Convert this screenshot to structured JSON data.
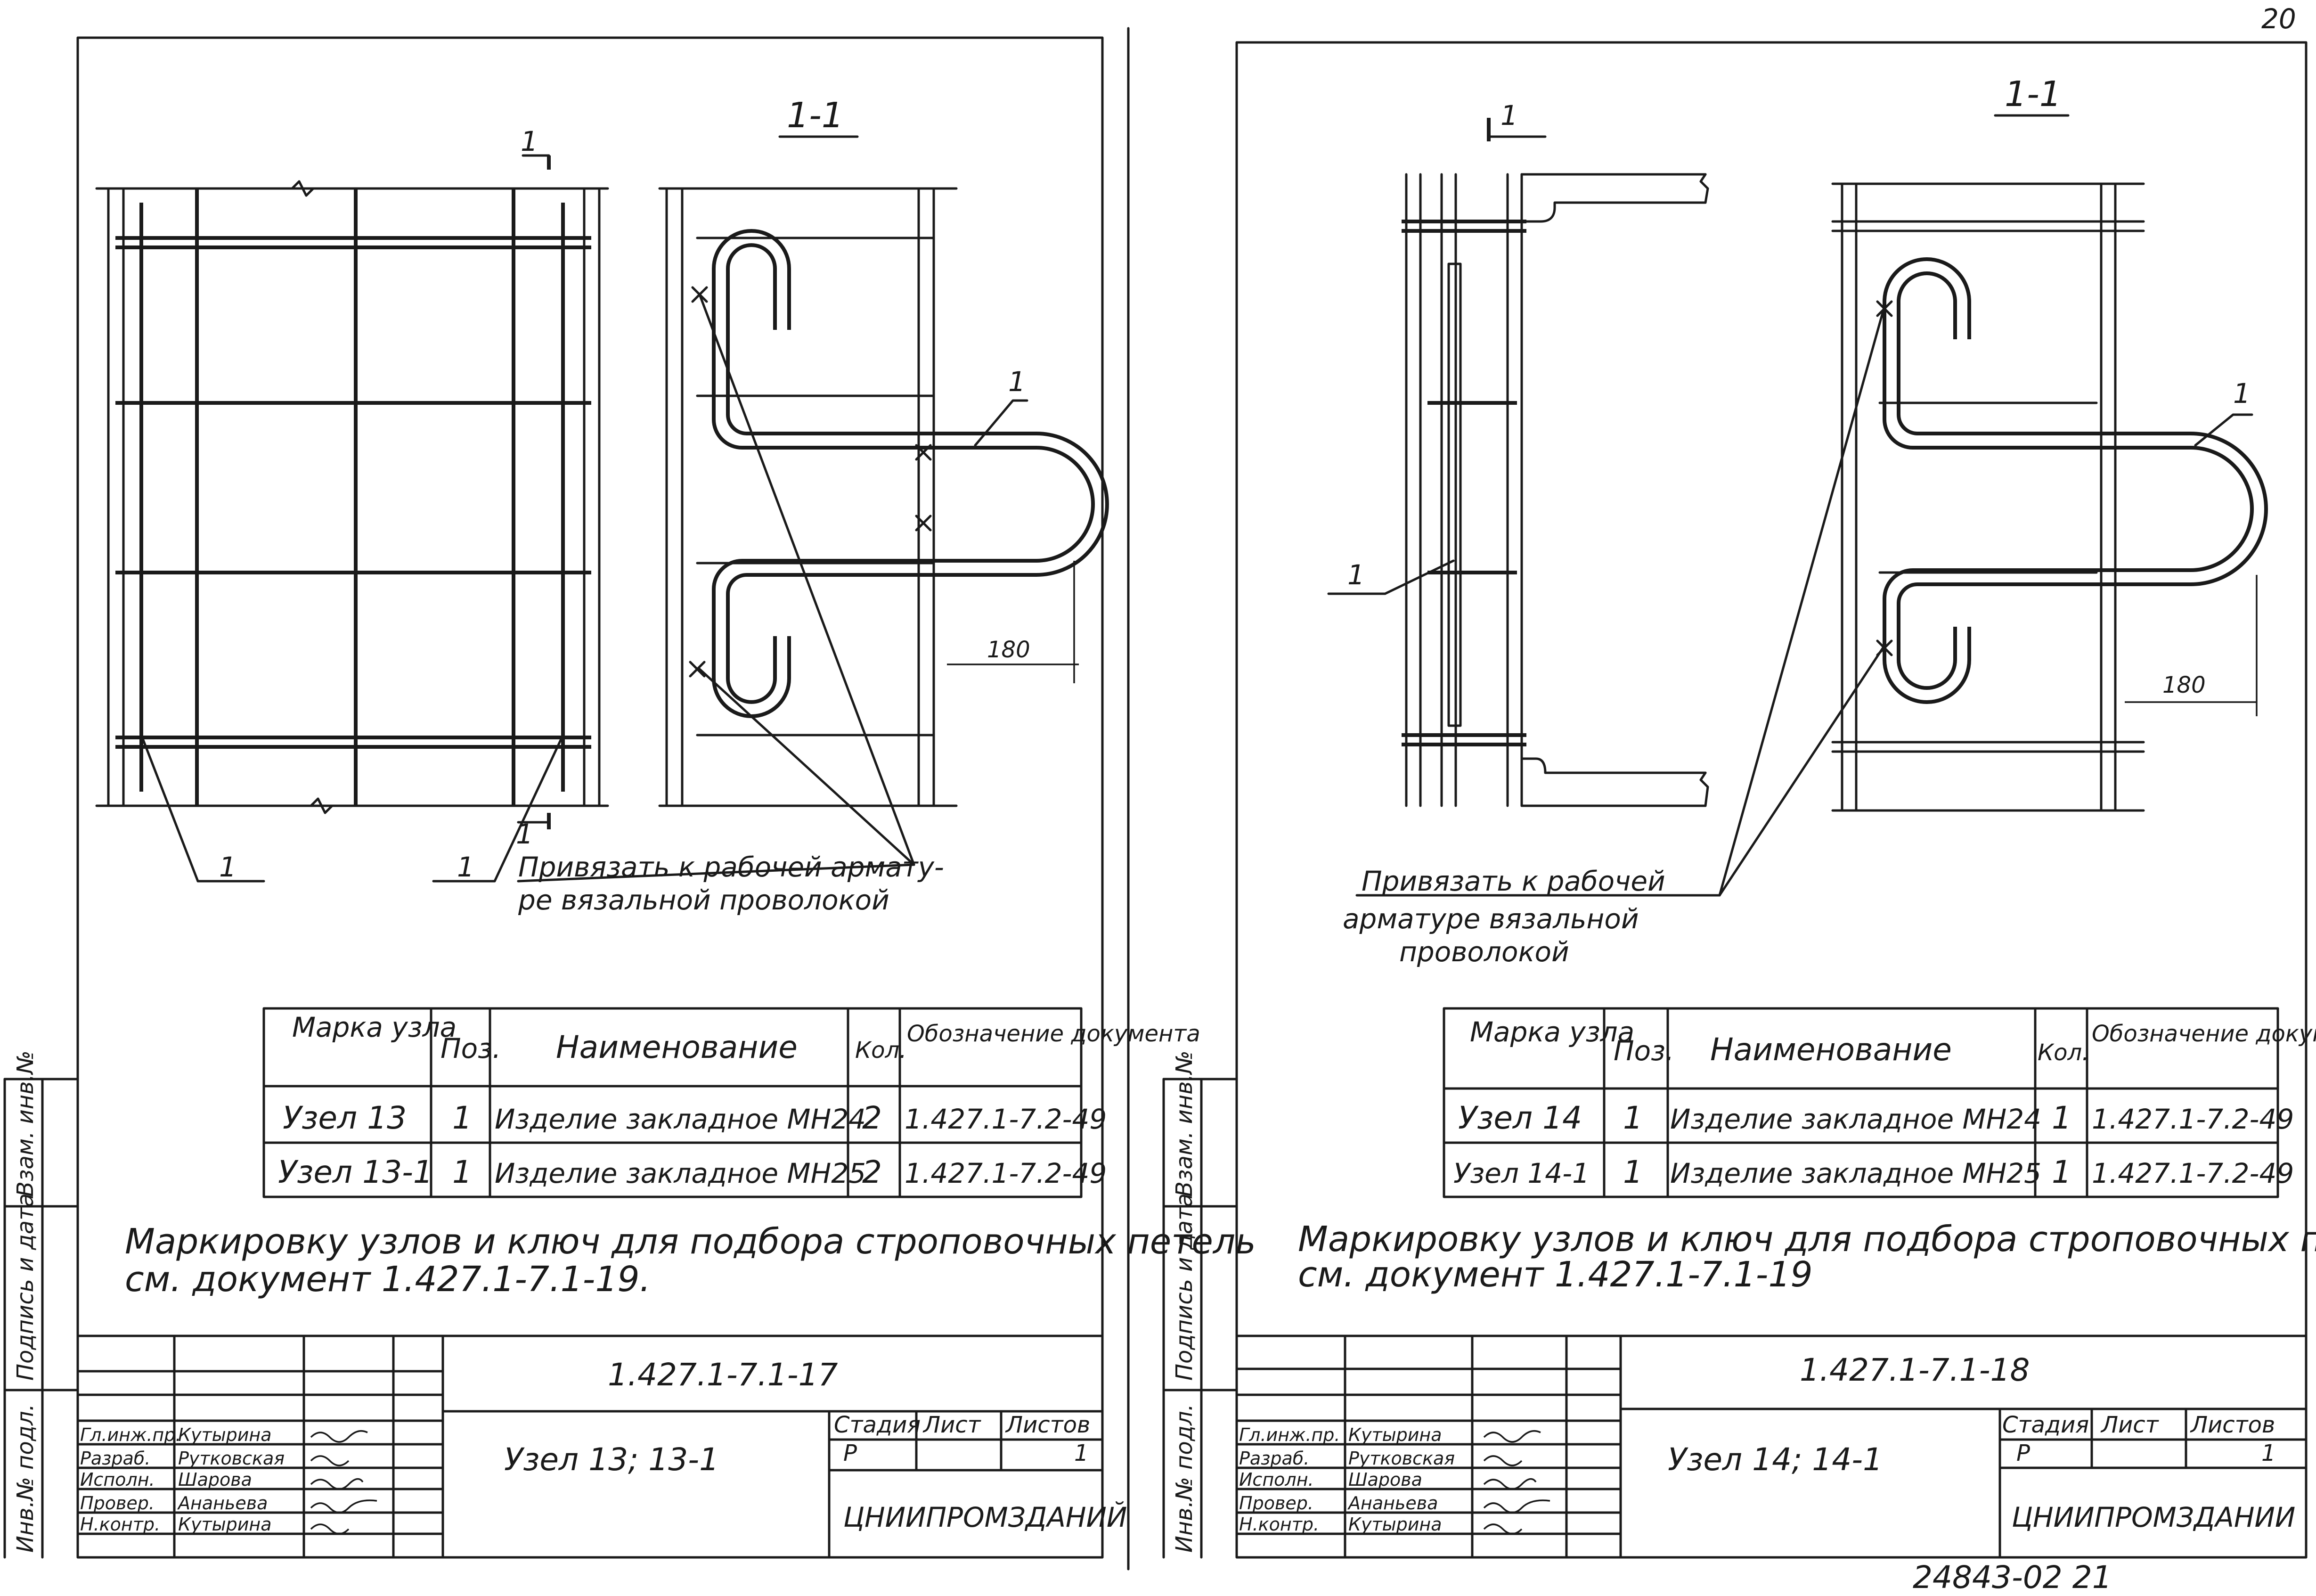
{
  "page_corner": "20",
  "bottom_number": "24843-02   21",
  "side_labels": [
    "Инв.№ подл.",
    "Подпись и дата",
    "Взам. инв.№"
  ],
  "sheets": [
    {
      "section_mark": "1",
      "section_title": "1-1",
      "leader_no": "1",
      "dimension": "180",
      "note_line1": "Привязать к рабочей армату-",
      "note_line2": "ре вязальной проволокой",
      "table_headers": [
        "Марка узла",
        "Поз.",
        "Наименование",
        "Кол.",
        "Обозначение документа"
      ],
      "rows": [
        {
          "mark": "Узел 13",
          "pos": "1",
          "name": "Изделие закладное МН24",
          "qty": "2",
          "doc": "1.427.1-7.2-49"
        },
        {
          "mark": "Узел 13-1",
          "pos": "1",
          "name": "Изделие закладное МН25",
          "qty": "2",
          "doc": "1.427.1-7.2-49"
        }
      ],
      "caption_line1": "Маркировку узлов и ключ для подбора строповочных петель",
      "caption_line2": "см. документ 1.427.1-7.1-19.",
      "doc_code": "1.427.1-7.1-17",
      "title": "Узел 13; 13-1",
      "stage_labels": [
        "Стадия",
        "Лист",
        "Листов"
      ],
      "stage_values": [
        "Р",
        "",
        "1"
      ],
      "org": "ЦНИИПРОМЗДАНИЙ",
      "roles": [
        "Гл.инж.пр.",
        "Разраб.",
        "Исполн.",
        "Провер.",
        "Н.контр."
      ],
      "names": [
        "Кутырина",
        "Рутковская",
        "Шарова",
        "Ананьева",
        "Кутырина"
      ]
    },
    {
      "section_mark": "1",
      "section_title": "1-1",
      "leader_no": "1",
      "dimension": "180",
      "note_line1": "Привязать к рабочей",
      "note_line2": "арматуре вязальной",
      "note_line3": "проволокой",
      "table_headers": [
        "Марка узла",
        "Поз.",
        "Наименование",
        "Кол.",
        "Обозначение документа"
      ],
      "rows": [
        {
          "mark": "Узел 14",
          "pos": "1",
          "name": "Изделие закладное МН24",
          "qty": "1",
          "doc": "1.427.1-7.2-49"
        },
        {
          "mark": "Узел 14-1",
          "pos": "1",
          "name": "Изделие закладное МН25",
          "qty": "1",
          "doc": "1.427.1-7.2-49"
        }
      ],
      "caption_line1": "Маркировку узлов и ключ для подбора строповочных петель",
      "caption_line2": "см. документ 1.427.1-7.1-19",
      "doc_code": "1.427.1-7.1-18",
      "title": "Узел 14; 14-1",
      "stage_labels": [
        "Стадия",
        "Лист",
        "Листов"
      ],
      "stage_values": [
        "Р",
        "",
        "1"
      ],
      "org": "ЦНИИПРОМЗДАНИИ",
      "roles": [
        "Гл.инж.пр.",
        "Разраб.",
        "Исполн.",
        "Провер.",
        "Н.контр."
      ],
      "names": [
        "Кутырина",
        "Рутковская",
        "Шарова",
        "Ананьева",
        "Кутырина"
      ]
    }
  ]
}
